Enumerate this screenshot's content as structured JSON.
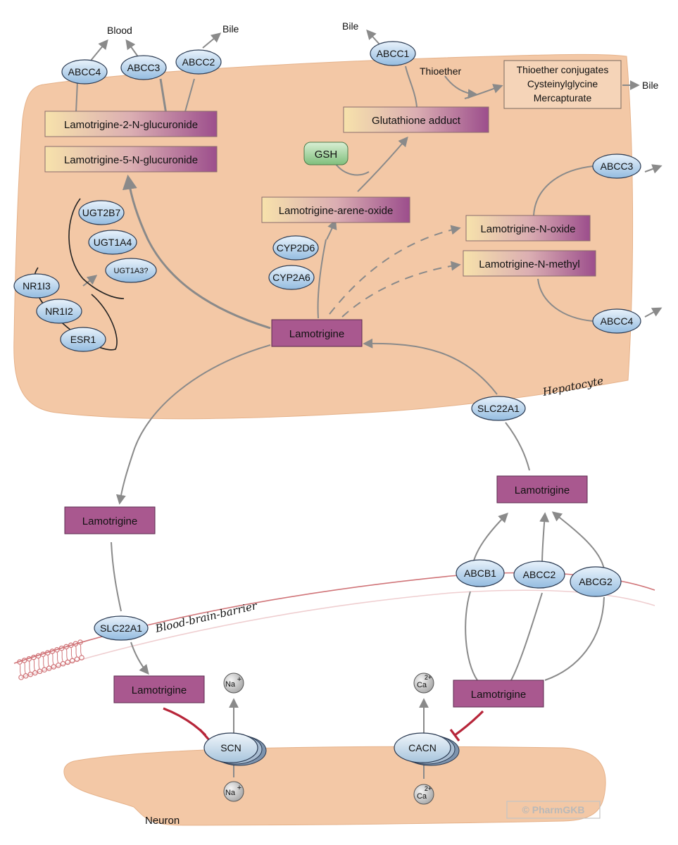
{
  "colors": {
    "hepatocyte": "#f3c8a6",
    "neuron": "#f3c8a6",
    "purple_box": "#a9588f",
    "oval_blue": "#b6d3ec",
    "gsh_green": "#8fc58c",
    "inhibition": "#b7263a",
    "membrane": "#d07478",
    "arrow": "#8a8a8a"
  },
  "cells": {
    "hepatocyte_label": "Hepatocyte",
    "neuron_label": "Neuron",
    "bbb_label": "Blood-brain-barrier"
  },
  "destinations": {
    "blood": "Blood",
    "bile_1": "Bile",
    "bile_2": "Bile",
    "bile_3": "Bile"
  },
  "metabolites": {
    "glucuronide_2n": "Lamotrigine-2-N-glucuronide",
    "glucuronide_5n": "Lamotrigine-5-N-glucuronide",
    "glutathione_adduct": "Glutathione adduct",
    "arene_oxide": "Lamotrigine-arene-oxide",
    "n_oxide": "Lamotrigine-N-oxide",
    "n_methyl": "Lamotrigine-N-methyl",
    "thioether_label": "Thioether",
    "thioether_conjugates": [
      "Thioether conjugates",
      "Cysteinylglycine",
      "Mercapturate"
    ]
  },
  "drug_boxes": {
    "hepatocyte": "Lamotrigine",
    "blood_left": "Lamotrigine",
    "blood_right": "Lamotrigine",
    "brain_left": "Lamotrigine",
    "brain_right": "Lamotrigine"
  },
  "cofactors": {
    "gsh": "GSH"
  },
  "transporters": {
    "abcc4_top": "ABCC4",
    "abcc3_top": "ABCC3",
    "abcc2_top": "ABCC2",
    "abcc1": "ABCC1",
    "abcc3_right": "ABCC3",
    "abcc4_right": "ABCC4",
    "slc22a1_liver": "SLC22A1",
    "slc22a1_bbb": "SLC22A1",
    "abcb1": "ABCB1",
    "abcc2_bbb": "ABCC2",
    "abcg2": "ABCG2"
  },
  "enzymes": {
    "ugt2b7": "UGT2B7",
    "ugt1a4": "UGT1A4",
    "ugt1a3": "UGT1A3?",
    "cyp2d6": "CYP2D6",
    "cyp2a6": "CYP2A6"
  },
  "regulators": {
    "nr1i3": "NR1I3",
    "nr1i2": "NR1I2",
    "esr1": "ESR1"
  },
  "channels": {
    "scn": "SCN",
    "cacn": "CACN"
  },
  "ions": {
    "na_base": "Na",
    "na_charge": "+",
    "ca_base": "Ca",
    "ca_charge": "2+"
  },
  "watermark": "© PharmGKB"
}
